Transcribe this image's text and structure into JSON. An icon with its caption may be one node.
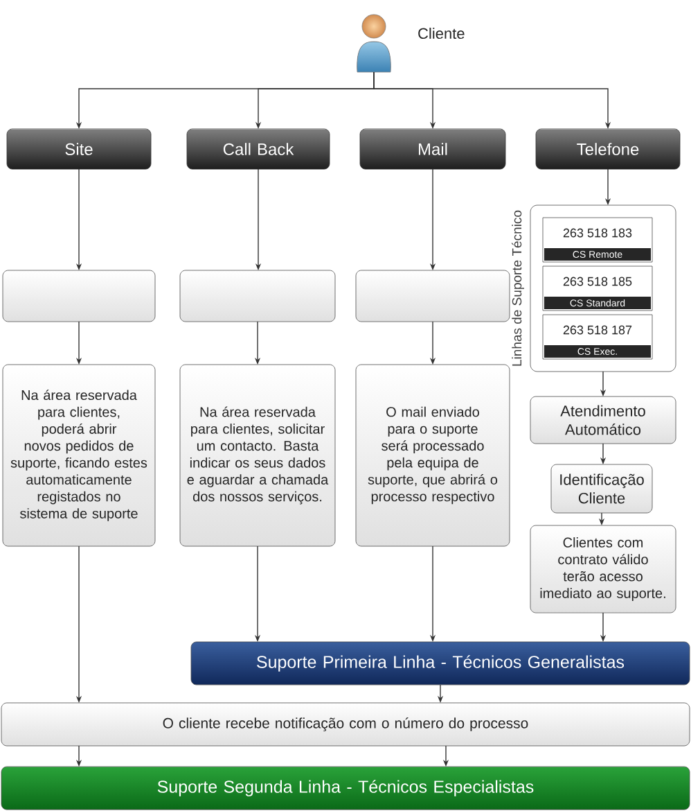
{
  "diagram": {
    "nodes": [
      {
        "text": [],
        "shape": "person",
        "beside": [
          "Cliente"
        ]
      },
      {
        "text": [
          "Site"
        ]
      },
      {
        "text": [
          "Call Back"
        ]
      },
      {
        "text": [
          "Mail"
        ]
      },
      {
        "text": [
          "Telefone"
        ]
      },
      {
        "text": [],
        "shape": "box"
      },
      {
        "text": [],
        "shape": "box"
      },
      {
        "text": [],
        "shape": "box"
      },
      {
        "text": [
          "Na área reservada para clientes, poderá abrir novos pedidos de suporte, ficando estes automaticamente registados no sistema de suporte"
        ]
      },
      {
        "text": [
          "Na área reservada para clientes, solicitar um contacto. Basta indicar os seus dados e aguardar a chamada dos nossos serviços."
        ]
      },
      {
        "text": [
          "O mail enviado para o suporte será processado pela equipa de suporte, que abrirá o processo respectivo"
        ]
      },
      {
        "text": [
          "Linhas de Suporte Técnico"
        ]
      },
      {
        "text": [
          "263 518 183",
          "CS Remote"
        ],
        "in": 11
      },
      {
        "text": [
          "263 518 185",
          "CS Standard"
        ],
        "in": 11
      },
      {
        "text": [
          "263 518 187",
          "CS Exec."
        ],
        "in": 11
      },
      {
        "text": [
          "Atendimento Automático"
        ]
      },
      {
        "text": [
          "Identificação Cliente"
        ]
      },
      {
        "text": [
          "Clientes com contrato válido terão acesso imediato ao suporte."
        ]
      },
      {
        "text": [
          "Suporte Primeira Linha - Técnicos Generalistas"
        ]
      },
      {
        "text": [
          "O cliente recebe notificação com o número do processo"
        ]
      },
      {
        "text": [
          "Suporte Segunda Linha - Técnicos Especialistas"
        ]
      }
    ],
    "edges": [
      {
        "from": 0,
        "to": 1,
        "arrow": "to"
      },
      {
        "from": 0,
        "to": 2,
        "arrow": "to"
      },
      {
        "from": 0,
        "to": 3,
        "arrow": "to"
      },
      {
        "from": 0,
        "to": 4,
        "arrow": "to"
      },
      {
        "from": 1,
        "to": 5,
        "arrow": "to"
      },
      {
        "from": 2,
        "to": 6,
        "arrow": "to"
      },
      {
        "from": 3,
        "to": 7,
        "arrow": "to"
      },
      {
        "from": 4,
        "to": 11,
        "arrow": "to"
      },
      {
        "from": 5,
        "to": 8,
        "arrow": "to"
      },
      {
        "from": 6,
        "to": 9,
        "arrow": "to"
      },
      {
        "from": 7,
        "to": 10,
        "arrow": "to"
      },
      {
        "from": 11,
        "to": 15,
        "arrow": "to"
      },
      {
        "from": 15,
        "to": 16,
        "arrow": "to"
      },
      {
        "from": 16,
        "to": 17,
        "arrow": "to"
      },
      {
        "from": 8,
        "to": 19,
        "arrow": "to"
      },
      {
        "from": 9,
        "to": 18,
        "arrow": "to"
      },
      {
        "from": 10,
        "to": 18,
        "arrow": "to"
      },
      {
        "from": 17,
        "to": 18,
        "arrow": "to"
      },
      {
        "from": 18,
        "to": 19,
        "arrow": "to"
      },
      {
        "from": 19,
        "to": 20,
        "arrow": "to"
      },
      {
        "from": 19,
        "to": 20,
        "arrow": "to"
      }
    ]
  }
}
